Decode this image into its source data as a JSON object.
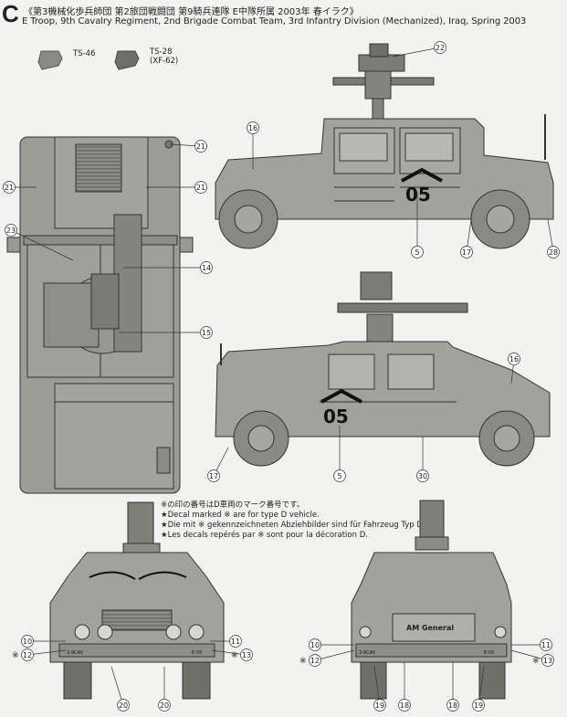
{
  "header": {
    "section_letter": "C",
    "title_jp": "《第3機械化歩兵師団 第2旅団戦闘団 第9騎兵連隊 E中隊所属 2003年 春イラク》",
    "title_en": "E Troop, 9th Cavalry Regiment, 2nd Brigade Combat Team, 3rd Infantry Division (Mechanized), Iraq, Spring 2003"
  },
  "paints": [
    {
      "code": "TS-46",
      "color": "#8a8a86"
    },
    {
      "code": "TS-28\n(XF-62)",
      "color": "#6e6e6a"
    }
  ],
  "notes": {
    "jp": "※の印の番号はD車両のマーク番号です。",
    "en": "★Decal marked ※ are for type D vehicle.",
    "de": "★Die mit ※ gekennzeichneten Abziehbilder sind für Fahrzeug Typ D.",
    "fr": "★Les decals repérés par ※ sont pour la décoration D."
  },
  "markings": {
    "vehicle_number": "05",
    "rear_plate": "AM General",
    "front_bumper_left": "3-9CAV",
    "front_bumper_right": "E-05",
    "rear_bumper_left": "3-9CAV",
    "rear_bumper_right": "E-05"
  },
  "callouts": {
    "c22": "22",
    "c16": "16",
    "c21": "21",
    "c5": "5",
    "c17": "17",
    "c28": "28",
    "c23": "23",
    "c14": "14",
    "c15": "15",
    "c30": "30",
    "c10": "10",
    "c11": "11",
    "c12": "※12",
    "c13": "※13",
    "c20": "20",
    "c19": "19",
    "c18": "18"
  }
}
